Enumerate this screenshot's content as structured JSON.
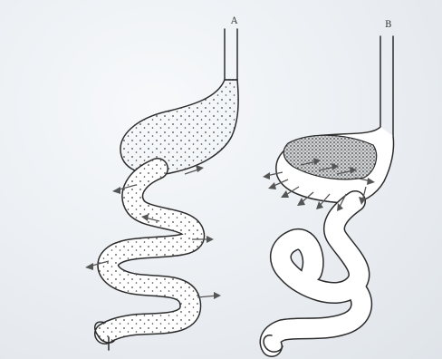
{
  "figure": {
    "panel_a": {
      "label": "A",
      "content": "dotted"
    },
    "panel_b": {
      "label": "B",
      "content": "bolus"
    }
  },
  "colors": {
    "background": "#eef2f5",
    "outline": "#2c2c2c",
    "dots": "#444444",
    "arrows": "#555555",
    "tube_inner": "#ffffff"
  }
}
